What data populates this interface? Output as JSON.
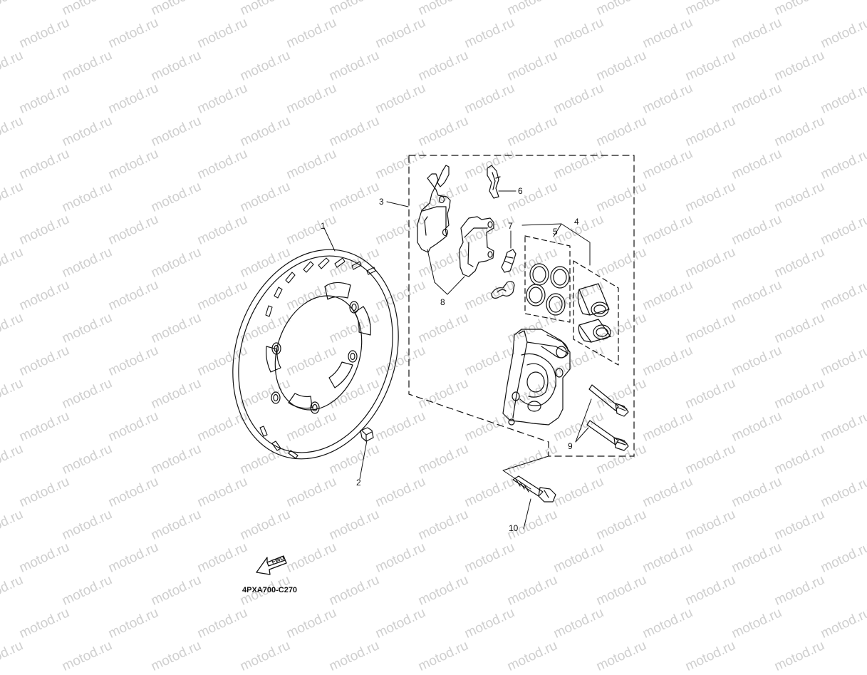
{
  "watermark": "motod.ru",
  "callouts": [
    "1",
    "2",
    "3",
    "4",
    "5",
    "6",
    "7",
    "8",
    "9",
    "10"
  ],
  "fwd_label": "FWD",
  "catalog_code": "4PXA700-C270",
  "colors": {
    "line": "#111111",
    "watermark": "#cfcfcf",
    "background": "#ffffff"
  }
}
